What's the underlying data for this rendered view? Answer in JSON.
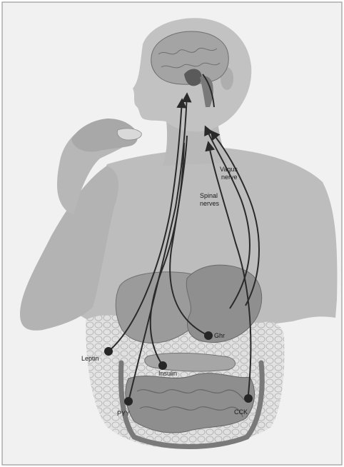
{
  "labels": {
    "vagus_line1": "Vagus",
    "vagus_line2": "nerve",
    "spinal_line1": "Spinal",
    "spinal_line2": "nerves",
    "ghr": "Ghr",
    "leptin": "Leptin",
    "insulin": "Insulin",
    "pyy": "PYY",
    "cck": "CCK"
  },
  "colors": {
    "background": "#ffffff",
    "frame": "#9a9a9a",
    "paper": "#f1f1f1",
    "body": "#bdbdbd",
    "body_shadow": "#a9a9a9",
    "organ": "#9b9b9b",
    "organ_dark": "#7f7f7f",
    "intestine": "#8e8e8e",
    "fat": "#d6d6d6",
    "arrow": "#2a2a2a",
    "dot": "#262626"
  },
  "icons": {
    "arrowhead": "arrowhead-icon",
    "hormone_dot": "dot-icon"
  }
}
